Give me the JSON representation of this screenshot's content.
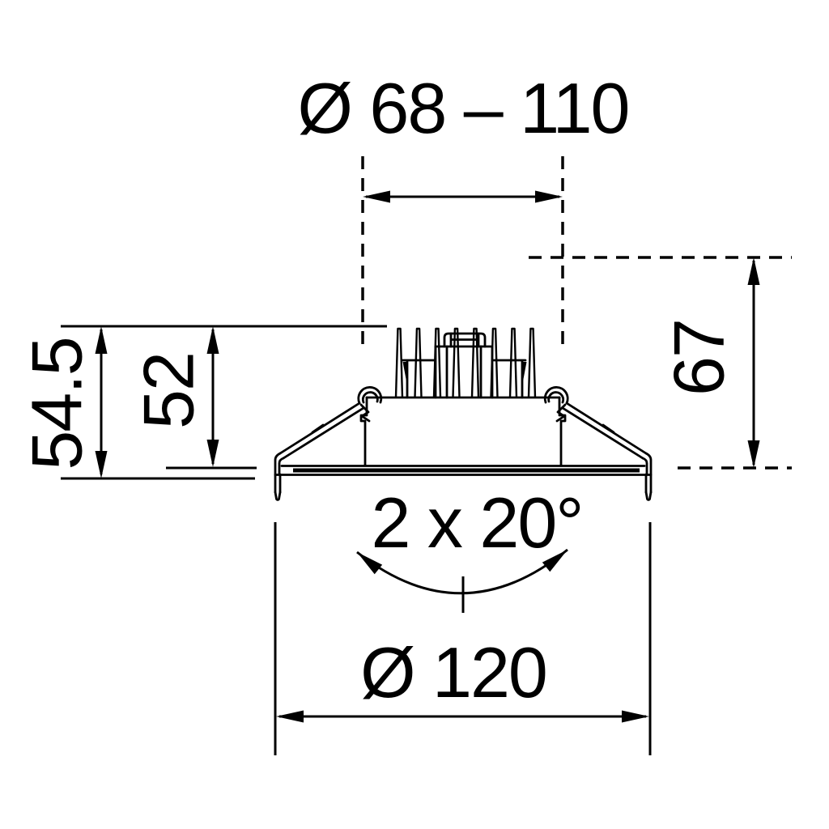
{
  "drawing": {
    "colors": {
      "background": "#ffffff",
      "line": "#000000"
    },
    "labels": {
      "cutout_diameter": "Ø 68 – 110",
      "recessed_depth": "67",
      "height_total": "54.5",
      "height_body": "52",
      "tilt_angle": "2 x 20°",
      "overall_diameter": "Ø 120"
    }
  }
}
